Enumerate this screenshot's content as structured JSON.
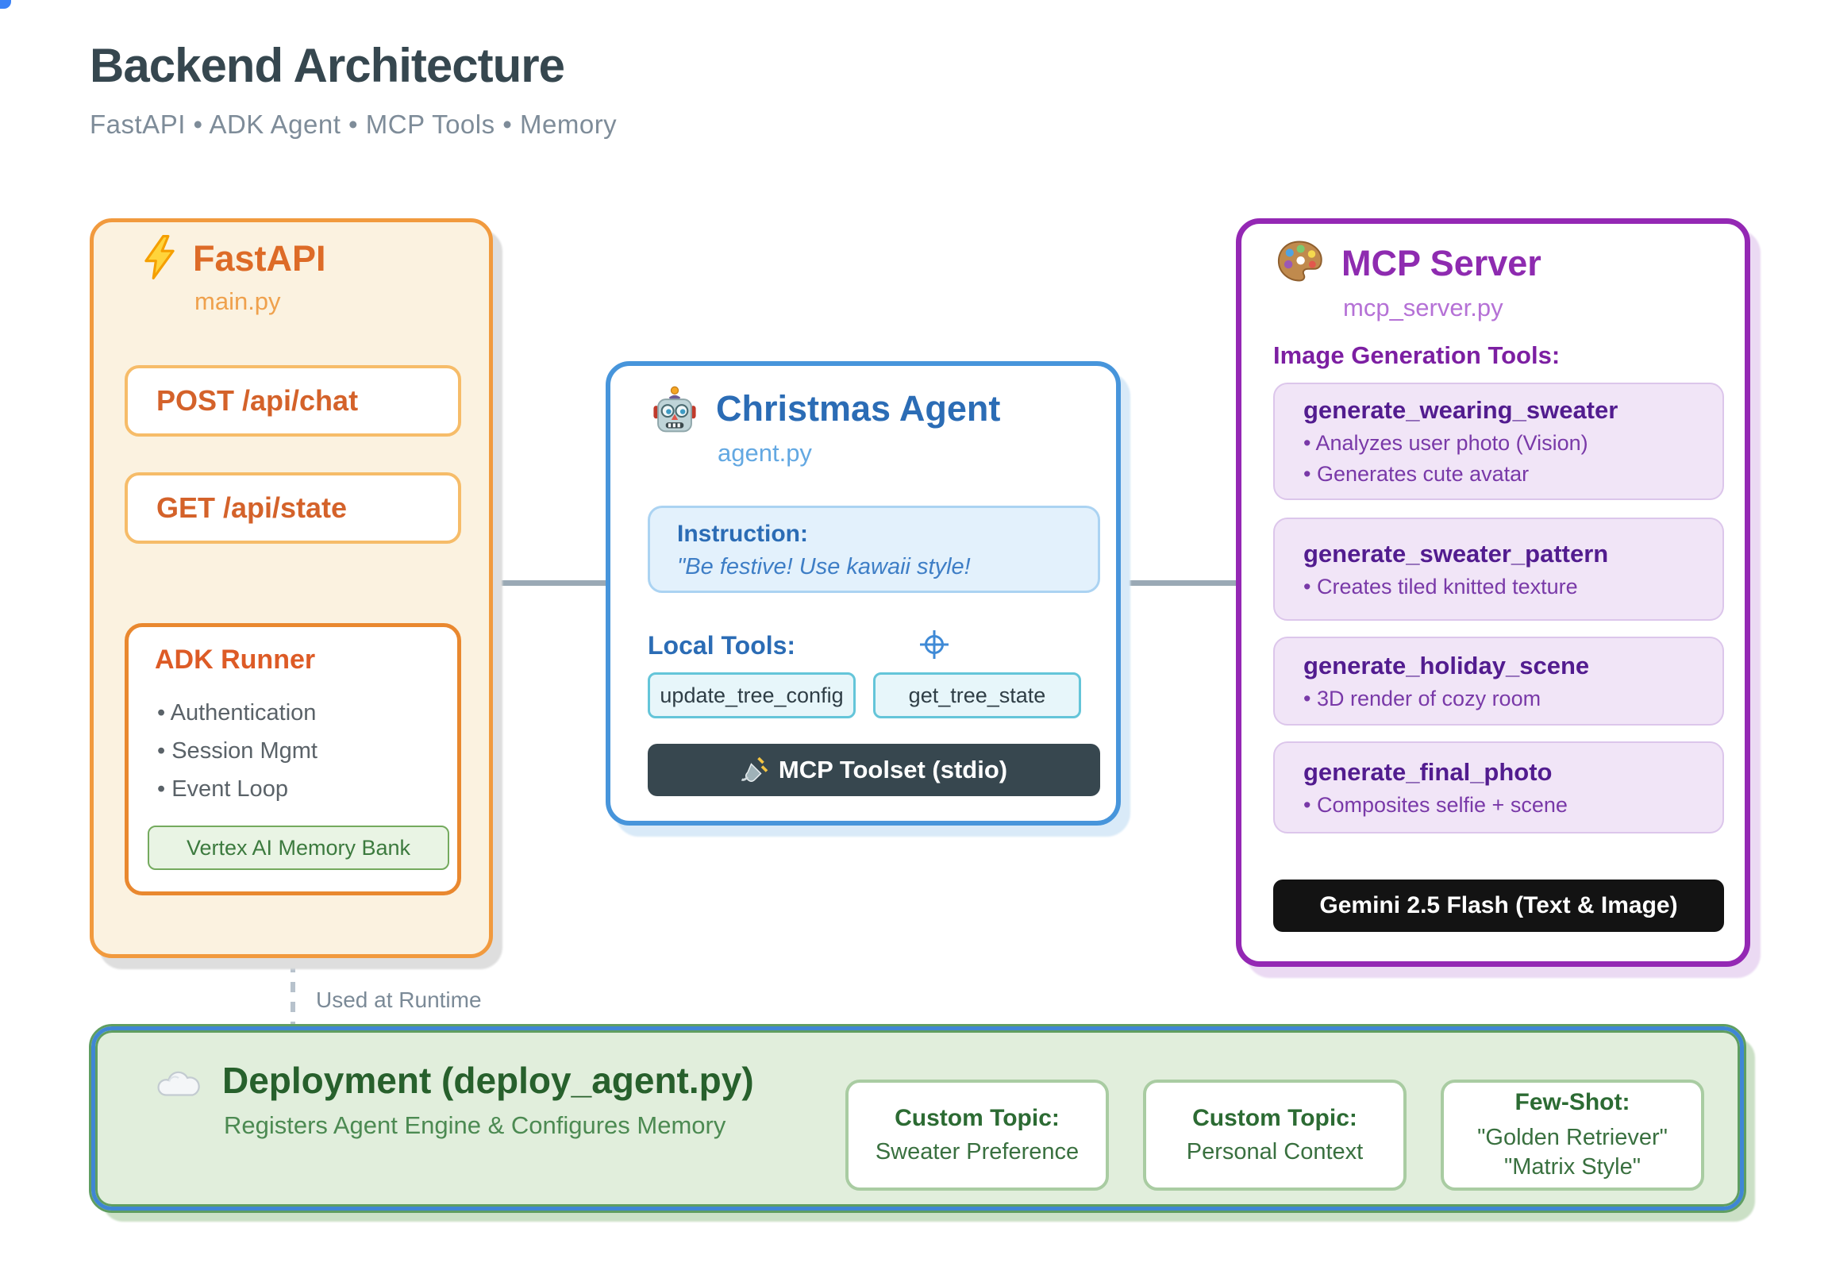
{
  "page": {
    "title": "Backend Architecture",
    "subtitle": "FastAPI • ADK Agent • MCP Tools • Memory"
  },
  "connectors": {
    "runtime_label": "Used at Runtime"
  },
  "fastapi": {
    "title": "FastAPI",
    "file": "main.py",
    "endpoints": [
      "POST /api/chat",
      "GET /api/state"
    ],
    "runner": {
      "title": "ADK Runner",
      "items": [
        "Authentication",
        "Session Mgmt",
        "Event Loop"
      ],
      "memory": "Vertex AI Memory Bank"
    }
  },
  "agent": {
    "title": "Christmas Agent",
    "file": "agent.py",
    "instruction_label": "Instruction:",
    "instruction_text": "\"Be festive! Use kawaii style!",
    "local_tools_label": "Local Tools:",
    "tools": [
      "update_tree_config",
      "get_tree_state"
    ],
    "toolset_label": "MCP Toolset (stdio)"
  },
  "mcp": {
    "title": "MCP Server",
    "file": "mcp_server.py",
    "section_label": "Image Generation Tools:",
    "tools": [
      {
        "name": "generate_wearing_sweater",
        "bullets": [
          "Analyzes user photo (Vision)",
          "Generates cute avatar"
        ]
      },
      {
        "name": "generate_sweater_pattern",
        "bullets": [
          "Creates tiled knitted texture"
        ]
      },
      {
        "name": "generate_holiday_scene",
        "bullets": [
          "3D render of cozy room"
        ]
      },
      {
        "name": "generate_final_photo",
        "bullets": [
          "Composites selfie + scene"
        ]
      }
    ],
    "model_label": "Gemini 2.5 Flash (Text & Image)"
  },
  "deployment": {
    "title": "Deployment (deploy_agent.py)",
    "subtitle": "Registers Agent Engine & Configures Memory",
    "cards": [
      {
        "label": "Custom Topic:",
        "lines": [
          "Sweater Preference"
        ]
      },
      {
        "label": "Custom Topic:",
        "lines": [
          "Personal Context"
        ]
      },
      {
        "label": "Few-Shot:",
        "lines": [
          "\"Golden Retriever\"",
          "\"Matrix Style\""
        ]
      }
    ]
  },
  "colors": {
    "fastapi_accent": "#DD6B27",
    "fastapi_border": "#F19A3E",
    "agent_accent": "#2B6CB5",
    "agent_border": "#4795DB",
    "mcp_accent": "#8E2BB0",
    "mcp_border": "#9428B4",
    "deploy_accent": "#27602C",
    "deploy_border_blue": "#3F86D5",
    "deploy_border_green": "#5F9E61",
    "connector_gray": "#9AA9B5",
    "toolset_dark": "#37474F",
    "gemini_dark": "#131313"
  }
}
